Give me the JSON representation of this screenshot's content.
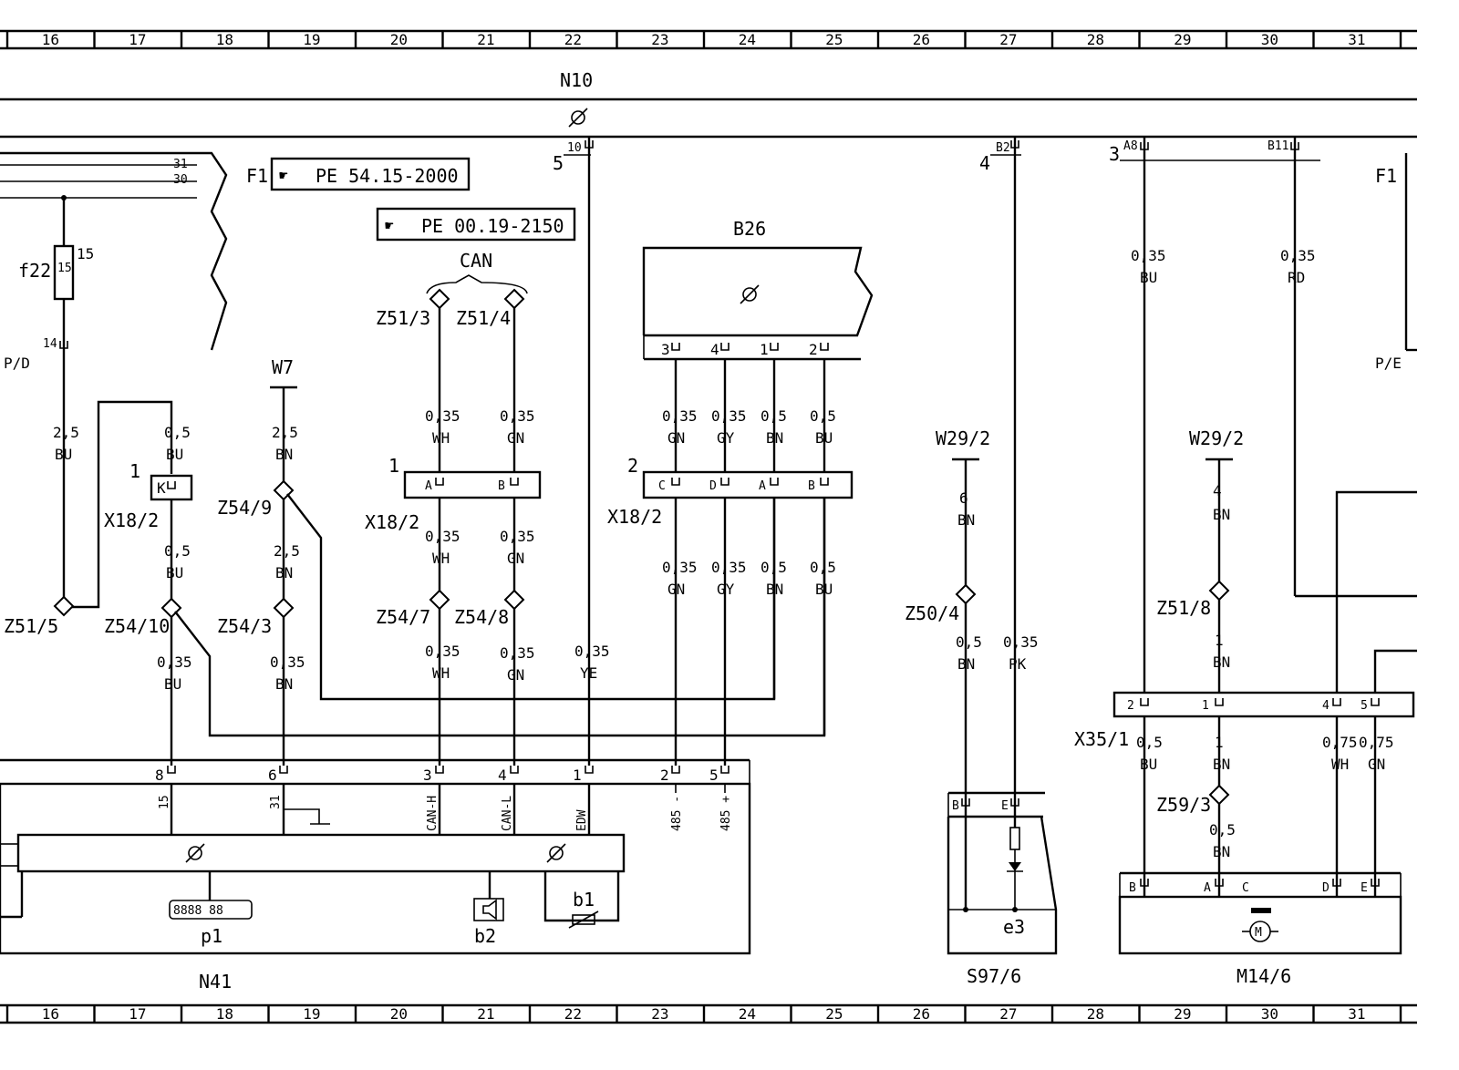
{
  "grid_columns": [
    "16",
    "17",
    "18",
    "19",
    "20",
    "21",
    "22",
    "23",
    "24",
    "25",
    "26",
    "27",
    "28",
    "29",
    "30",
    "31"
  ],
  "components": {
    "N10": "N10",
    "N41": "N41",
    "B26": "B26",
    "S97_6": "S97/6",
    "M14_6": "M14/6",
    "p1": "p1",
    "b1": "b1",
    "b2": "b2",
    "e3": "e3",
    "f22": "f22",
    "F1_left": "F1",
    "F1_right": "F1",
    "W7": "W7",
    "W29_2_a": "W29/2",
    "W29_2_b": "W29/2",
    "CAN": "CAN",
    "PD": "P/D",
    "PE": "P/E"
  },
  "refs": {
    "ref1": "PE 54.15-2000",
    "ref2": "PE 00.19-2150"
  },
  "connectors": {
    "X18_2_a": "X18/2",
    "X18_2_b": "X18/2",
    "X18_2_c": "X18/2",
    "X35_1": "X35/1"
  },
  "splices": {
    "Z51_5": "Z51/5",
    "Z54_10": "Z54/10",
    "Z54_9": "Z54/9",
    "Z54_3": "Z54/3",
    "Z51_3": "Z51/3",
    "Z51_4": "Z51/4",
    "Z54_7": "Z54/7",
    "Z54_8": "Z54/8",
    "Z50_4": "Z50/4",
    "Z51_8": "Z51/8",
    "Z59_3": "Z59/3"
  },
  "n41_signals": {
    "s15": "15",
    "s31": "31",
    "canh": "CAN-H",
    "canl": "CAN-L",
    "edw": "EDW",
    "r485m": "485 -",
    "r485p": "485 +"
  },
  "pins": {
    "f22_15": "15",
    "pd_14": "14",
    "n10_10": "10",
    "n10_5": "5",
    "c31": "31",
    "c30": "30",
    "b26_3": "3",
    "b26_4": "4",
    "b26_1": "1",
    "b26_2": "2",
    "k": "K",
    "x18a_1": "1",
    "a": "A",
    "b": "B",
    "x18b_1": "1",
    "c": "C",
    "d": "D",
    "a2": "A",
    "b2": "B",
    "x18c_2": "2",
    "n41_8": "8",
    "n41_6": "6",
    "n41_3": "3",
    "n41_4": "4",
    "n41_1": "1",
    "n41_2": "2",
    "n41_5": "5",
    "n10r_4": "4",
    "b2pin": "B2",
    "n10r_3": "3",
    "a8": "A8",
    "b11": "B11",
    "x35_2": "2",
    "x35_1": "1",
    "x35_4": "4",
    "x35_5": "5",
    "s97_b": "B",
    "s97_e": "E",
    "m_b": "B",
    "m_a": "A",
    "m_c": "C",
    "m_d": "D",
    "m_e": "E"
  },
  "wires": [
    {
      "size": "2,5",
      "color": "BU"
    },
    {
      "size": "0,5",
      "color": "BU"
    },
    {
      "size": "0,5",
      "color": "BU"
    },
    {
      "size": "0,35",
      "color": "BU"
    },
    {
      "size": "2,5",
      "color": "BN"
    },
    {
      "size": "2,5",
      "color": "BN"
    },
    {
      "size": "0,35",
      "color": "BN"
    },
    {
      "size": "0,35",
      "color": "WH"
    },
    {
      "size": "0,35",
      "color": "GN"
    },
    {
      "size": "0,35",
      "color": "WH"
    },
    {
      "size": "0,35",
      "color": "GN"
    },
    {
      "size": "0,35",
      "color": "WH"
    },
    {
      "size": "0,35",
      "color": "GN"
    },
    {
      "size": "0,35",
      "color": "YE"
    },
    {
      "size": "0,35",
      "color": "GN"
    },
    {
      "size": "0,35",
      "color": "GY"
    },
    {
      "size": "0,5",
      "color": "BN"
    },
    {
      "size": "0,5",
      "color": "BU"
    },
    {
      "size": "0,35",
      "color": "GN"
    },
    {
      "size": "0,35",
      "color": "GY"
    },
    {
      "size": "0,5",
      "color": "BN"
    },
    {
      "size": "0,5",
      "color": "BU"
    },
    {
      "size": "6",
      "color": "BN"
    },
    {
      "size": "0,5",
      "color": "BN"
    },
    {
      "size": "0,35",
      "color": "PK"
    },
    {
      "size": "0,35",
      "color": "BU"
    },
    {
      "size": "0,35",
      "color": "RD"
    },
    {
      "size": "4",
      "color": "BN"
    },
    {
      "size": "1",
      "color": "BN"
    },
    {
      "size": "0,5",
      "color": "BU"
    },
    {
      "size": "1",
      "color": "BN"
    },
    {
      "size": "0,5",
      "color": "BN"
    },
    {
      "size": "0,75",
      "color": "WH"
    },
    {
      "size": "0,75",
      "color": "GN"
    }
  ],
  "display_glyph": "8888 88"
}
